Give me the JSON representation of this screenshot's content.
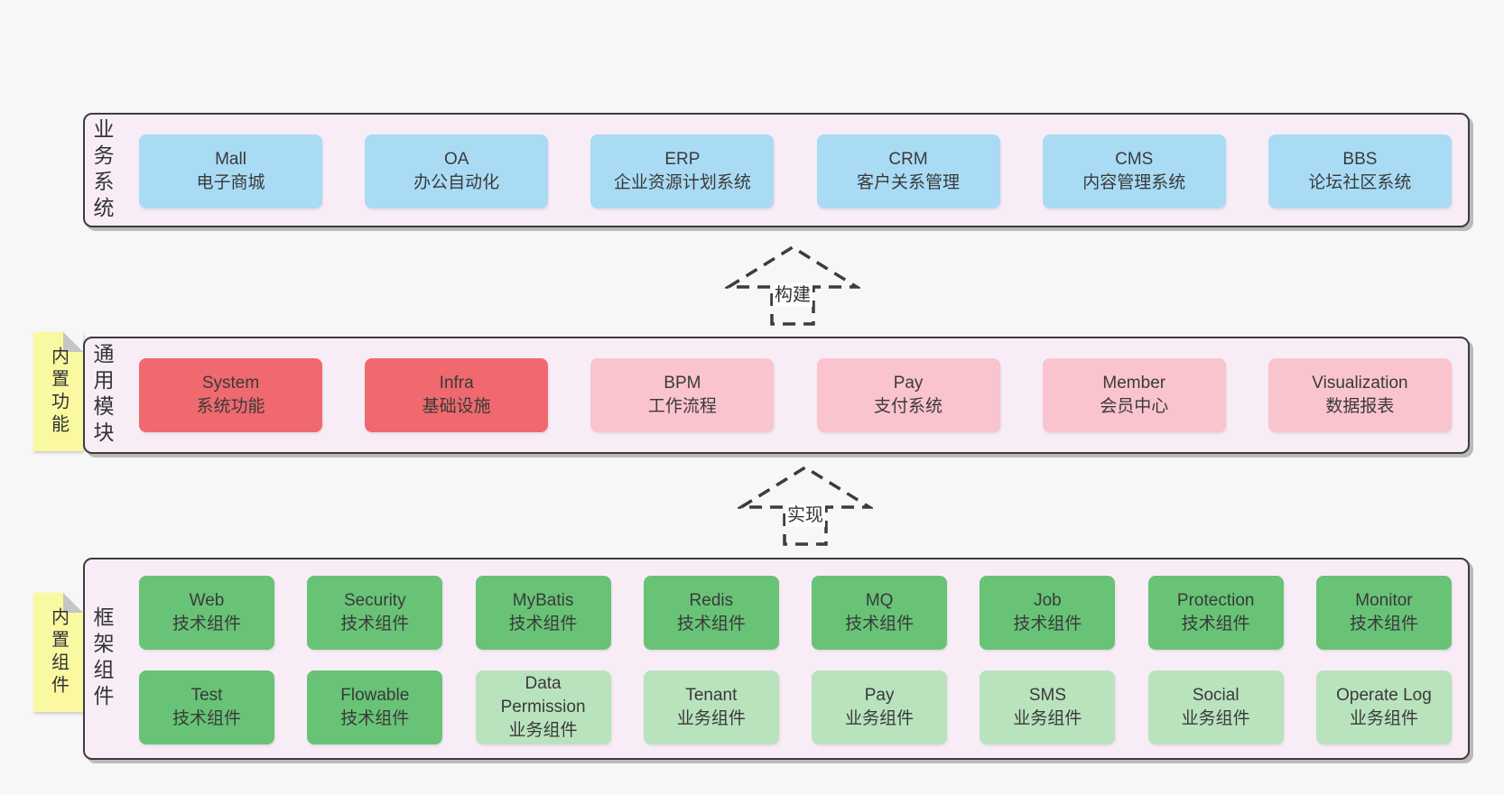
{
  "colors": {
    "page": "#f7f7f7",
    "layer": "#f8edf6",
    "border": "#3c3c3c",
    "text": "#3a3a3a",
    "blue": "#a9dbf5",
    "red": "#f0696e",
    "pink": "#fac4ce",
    "green": "#68c377",
    "lightgreen": "#b9e3bd",
    "sticky": "#faf9a2",
    "fold": "#c6c6c6"
  },
  "arrows": [
    {
      "label": "构建"
    },
    {
      "label": "实现"
    }
  ],
  "layers": [
    {
      "id": "business",
      "label": "业务系统",
      "boxes": [
        {
          "name": "Mall",
          "desc": "电子商城",
          "variant": "blue"
        },
        {
          "name": "OA",
          "desc": "办公自动化",
          "variant": "blue"
        },
        {
          "name": "ERP",
          "desc": "企业资源计划系统",
          "variant": "blue"
        },
        {
          "name": "CRM",
          "desc": "客户关系管理",
          "variant": "blue"
        },
        {
          "name": "CMS",
          "desc": "内容管理系统",
          "variant": "blue"
        },
        {
          "name": "BBS",
          "desc": "论坛社区系统",
          "variant": "blue"
        }
      ]
    },
    {
      "id": "modules",
      "label": "通用模块",
      "sticky": "内置功能",
      "boxes": [
        {
          "name": "System",
          "desc": "系统功能",
          "variant": "red"
        },
        {
          "name": "Infra",
          "desc": "基础设施",
          "variant": "red"
        },
        {
          "name": "BPM",
          "desc": "工作流程",
          "variant": "pink"
        },
        {
          "name": "Pay",
          "desc": "支付系统",
          "variant": "pink"
        },
        {
          "name": "Member",
          "desc": "会员中心",
          "variant": "pink"
        },
        {
          "name": "Visualization",
          "desc": "数据报表",
          "variant": "pink"
        }
      ]
    },
    {
      "id": "framework",
      "label": "框架组件",
      "sticky": "内置组件",
      "rows": [
        [
          {
            "name": "Web",
            "desc": "技术组件",
            "variant": "green"
          },
          {
            "name": "Security",
            "desc": "技术组件",
            "variant": "green"
          },
          {
            "name": "MyBatis",
            "desc": "技术组件",
            "variant": "green"
          },
          {
            "name": "Redis",
            "desc": "技术组件",
            "variant": "green"
          },
          {
            "name": "MQ",
            "desc": "技术组件",
            "variant": "green"
          },
          {
            "name": "Job",
            "desc": "技术组件",
            "variant": "green"
          },
          {
            "name": "Protection",
            "desc": "技术组件",
            "variant": "green"
          },
          {
            "name": "Monitor",
            "desc": "技术组件",
            "variant": "green"
          }
        ],
        [
          {
            "name": "Test",
            "desc": "技术组件",
            "variant": "green"
          },
          {
            "name": "Flowable",
            "desc": "技术组件",
            "variant": "green"
          },
          {
            "name": "Data Permission",
            "desc": "业务组件",
            "variant": "lightgreen"
          },
          {
            "name": "Tenant",
            "desc": "业务组件",
            "variant": "lightgreen"
          },
          {
            "name": "Pay",
            "desc": "业务组件",
            "variant": "lightgreen"
          },
          {
            "name": "SMS",
            "desc": "业务组件",
            "variant": "lightgreen"
          },
          {
            "name": "Social",
            "desc": "业务组件",
            "variant": "lightgreen"
          },
          {
            "name": "Operate Log",
            "desc": "业务组件",
            "variant": "lightgreen"
          }
        ]
      ]
    }
  ]
}
